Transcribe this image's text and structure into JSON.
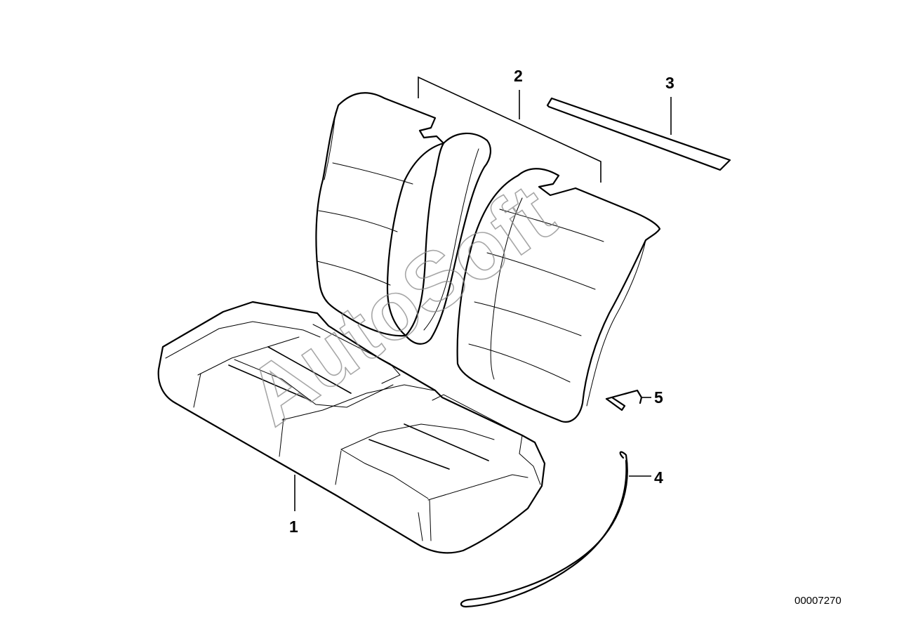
{
  "diagram": {
    "callouts": [
      {
        "id": "1",
        "label": "1"
      },
      {
        "id": "2",
        "label": "2"
      },
      {
        "id": "3",
        "label": "3"
      },
      {
        "id": "4",
        "label": "4"
      },
      {
        "id": "5",
        "label": "5"
      }
    ],
    "document_number": "00007270",
    "watermark": "AutoSoft"
  },
  "colors": {
    "line": "#000000",
    "background": "#ffffff",
    "watermark": "#8a8a8a"
  }
}
